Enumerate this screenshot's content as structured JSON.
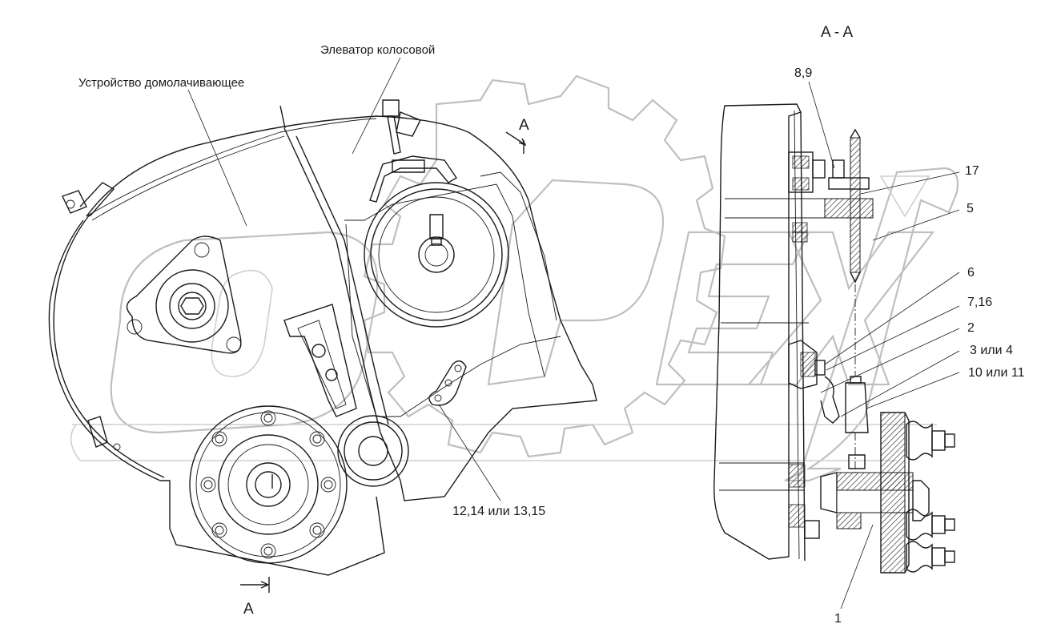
{
  "labels": {
    "section_title": "A - A",
    "elevator": "Элеватор колосовой",
    "thresher": "Устройство домолачивающее",
    "section_mark_top": "A",
    "section_mark_bottom": "A",
    "part_8_9": "8,9",
    "part_17": "17",
    "part_5": "5",
    "part_6": "6",
    "part_7_16": "7,16",
    "part_2": "2",
    "part_3_4": "3 или 4",
    "part_10_11": "10 или 11",
    "part_12_15": "12,14 или 13,15",
    "part_1": "1"
  },
  "icons": {
    "watermark": "orex-watermark-logo"
  }
}
